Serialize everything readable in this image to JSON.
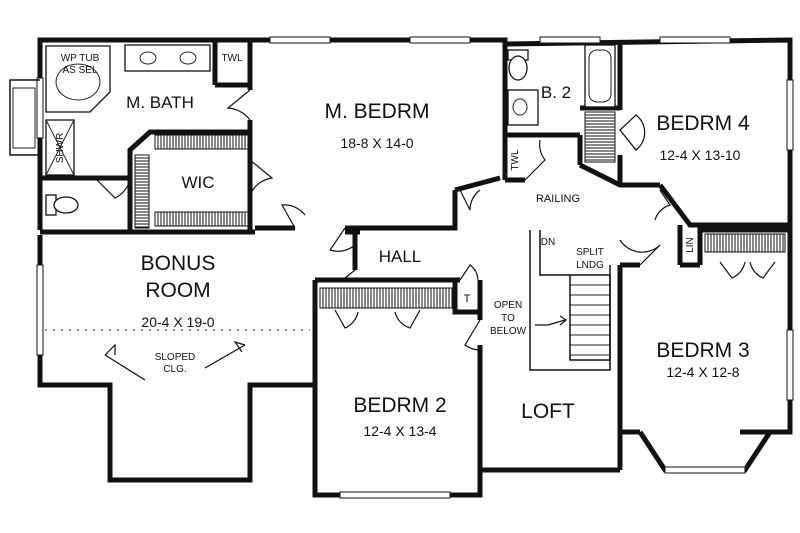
{
  "rooms": {
    "master_bedroom": {
      "name": "M. BEDRM",
      "size": "18-8 X 14-0"
    },
    "bedroom_4": {
      "name": "BEDRM 4",
      "size": "12-4 X 13-10"
    },
    "bedroom_3": {
      "name": "BEDRM 3",
      "size": "12-4 X 12-8"
    },
    "bedroom_2": {
      "name": "BEDRM 2",
      "size": "12-4 X 13-4"
    },
    "bonus_room": {
      "name_line1": "BONUS",
      "name_line2": "ROOM",
      "size": "20-4 X 19-0"
    },
    "master_bath": {
      "name": "M. BATH"
    },
    "bath_2": {
      "name": "B. 2"
    },
    "walk_in_closet": {
      "name": "WIC"
    },
    "hall": {
      "name": "HALL"
    },
    "loft": {
      "name": "LOFT"
    }
  },
  "labels": {
    "wp_tub_line1": "WP TUB",
    "wp_tub_line2": "AS SEL",
    "towel_1": "TWL",
    "towel_2": "TWL",
    "shower": "SHWR",
    "railing": "RAILING",
    "linen": "LIN",
    "down": "DN",
    "split_landing_line1": "SPLIT",
    "split_landing_line2": "LNDG",
    "open_below_line1": "OPEN",
    "open_below_line2": "TO",
    "open_below_line3": "BELOW",
    "closet_t": "T",
    "sloped_ceiling_line1": "SLOPED",
    "sloped_ceiling_line2": "CLG."
  }
}
